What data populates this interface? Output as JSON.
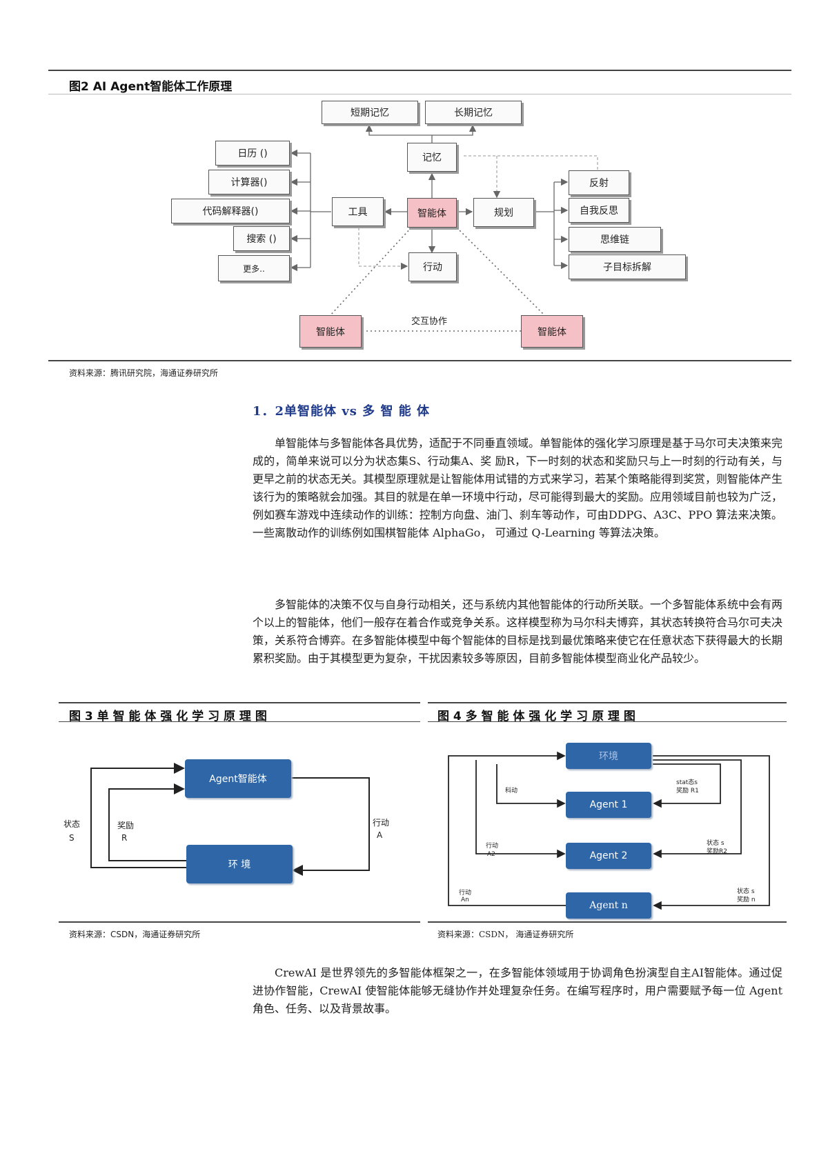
{
  "fig2": {
    "title": "图2 AI Agent智能体工作原理",
    "source": "资料来源：腾讯研究院，海通证券研究所",
    "nodes": {
      "short_memory": "短期记忆",
      "long_memory": "长期记忆",
      "memory": "记忆",
      "tools": "工具",
      "agent_center": "智能体",
      "planning": "规划",
      "action": "行动",
      "calendar": "日历 ()",
      "calculator": "计算器()",
      "code_interpreter": "代码解释器()",
      "search": "搜索 ()",
      "more": "更多..",
      "reflection": "反射",
      "self_critique": "自我反思",
      "chain_of_thought": "思维链",
      "subgoal": "子目标拆解",
      "agent_left": "智能体",
      "agent_right": "智能体",
      "collaboration": "交互协作"
    }
  },
  "section": {
    "title": "1．2单智能体 vs  多 智 能 体",
    "para1": "单智能体与多智能体各具优势，适配于不同垂直领域。单智能体的强化学习原理是基于马尔可夫决策来完成的，简单来说可以分为状态集S、行动集A、奖 励R，下一时刻的状态和奖励只与上一时刻的行动有关，与更早之前的状态无关。其模型原理就是让智能体用试错的方式来学习，若某个策略能得到奖赏，则智能体产生该行为的策略就会加强。其目的就是在单一环境中行动，尽可能得到最大的奖励。应用领域目前也较为广泛，例如赛车游戏中连续动作的训练：控制方向盘、油门、刹车等动作，可由DDPG、A3C、PPO 算法来决策。一些离散动作的训练例如围棋智能体 AlphaGo， 可通过 Q-Learning 等算法决策。",
    "para2": "多智能体的决策不仅与自身行动相关，还与系统内其他智能体的行动所关联。一个多智能体系统中会有两个以上的智能体，他们一般存在着合作或竞争关系。这样模型称为马尔科夫博弈，其状态转换符合马尔可夫决策，关系符合博弈。在多智能体模型中每个智能体的目标是找到最优策略来使它在任意状态下获得最大的长期累积奖励。由于其模型更为复杂，干扰因素较多等原因，目前多智能体模型商业化产品较少。"
  },
  "fig3": {
    "title": "图 3 单 智 能 体 强 化 学 习 原 理 图",
    "agent": "Agent智能体",
    "env": "环 境",
    "state_label": "状态",
    "state_symbol": "S",
    "reward_label": "奖励",
    "reward_symbol": "R",
    "action_label": "行动",
    "action_symbol": "A",
    "source": "资料来源：CSDN，海通证券研究所"
  },
  "fig4": {
    "title": "图 4 多 智 能 体 强 化 学 习 原 理 图",
    "env": "环境",
    "agent1": "Agent 1",
    "agent2": "Agent 2",
    "agentn": "Agent n",
    "action1": "科动",
    "state1": "stat态s",
    "reward1": "奖励 R1",
    "action2_a": "行动",
    "action2_b": "A2",
    "state2": "状态 s",
    "reward2": "奖励R2",
    "actionn_a": "行动",
    "actionn_b": "An",
    "staten": "状态 s",
    "rewardn": "奖励  n",
    "source": "资料来源：CSDN，   海通证券研究所"
  },
  "closing": {
    "para": "CrewAI 是世界领先的多智能体框架之一，在多智能体领域用于协调角色扮演型自主AI智能体。通过促进协作智能，CrewAI  使智能体能够无缝协作并处理复杂任务。在编写程序时，用户需要赋予每一位 Agent 角色、任务、以及背景故事。"
  },
  "colors": {
    "accent_blue": "#1f3a8a",
    "box_blue": "#2f66a8",
    "pink": "#f5c1c6"
  }
}
